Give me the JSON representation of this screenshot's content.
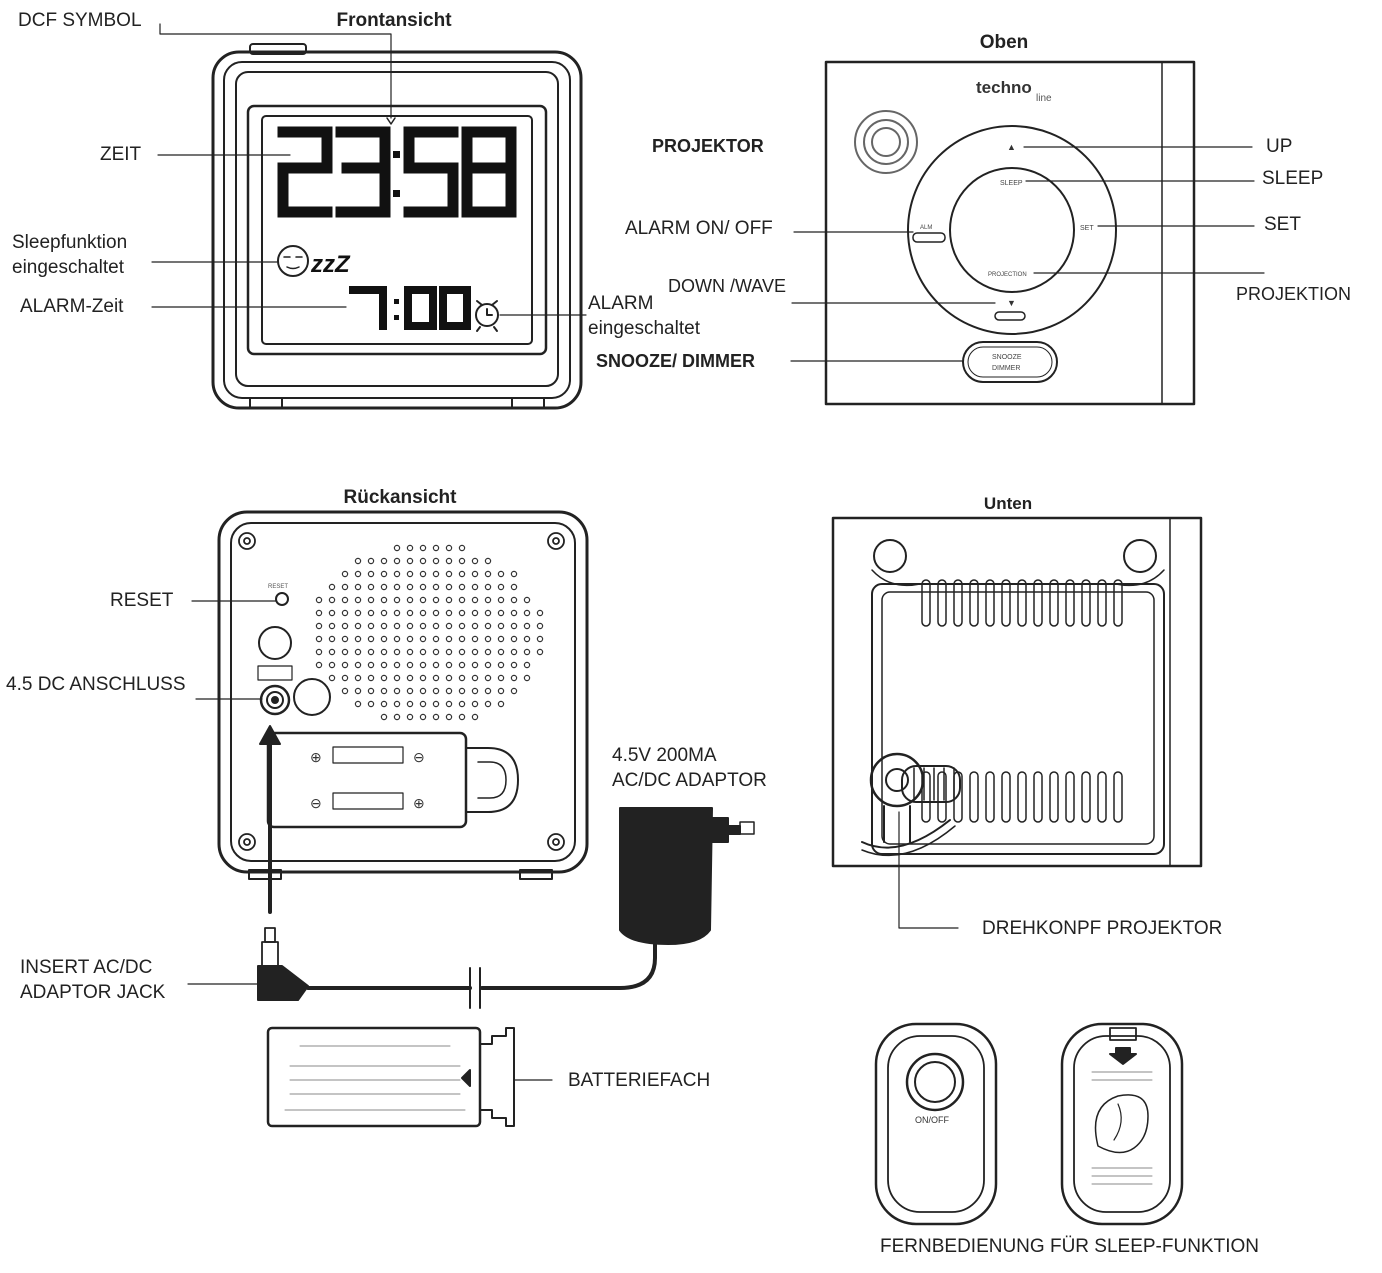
{
  "views": {
    "front": "Frontansicht",
    "top": "Oben",
    "back": "Rückansicht",
    "bottom": "Unten"
  },
  "front": {
    "dcf": "DCF SYMBOL",
    "time_label": "ZEIT",
    "sleep_label": "Sleepfunktion\neingeschaltet",
    "alarm_time_label": "ALARM-Zeit",
    "alarm_on_label": "ALARM\neingeschaltet",
    "display_time": "23:58",
    "display_alarm": "7:00",
    "zzz": "zzZ"
  },
  "top": {
    "brand": "techno",
    "brand_suffix": "line",
    "projector": "PROJEKTOR",
    "alarm_onoff": "ALARM ON/ OFF",
    "down_wave": "DOWN /WAVE",
    "snooze": "SNOOZE/ DIMMER",
    "up": "UP",
    "sleep": "SLEEP",
    "set": "SET",
    "projection": "PROJEKTION"
  },
  "back": {
    "reset": "RESET",
    "dc": "4.5 DC ANSCHLUSS",
    "adaptor": "4.5V 200MA\nAC/DC ADAPTOR",
    "insert": "INSERT AC/DC\nADAPTOR JACK",
    "battery": "BATTERIEFACH"
  },
  "bottom": {
    "knob": "DREHKONPF PROJEKTOR"
  },
  "remote": {
    "title": "FERNBEDIENUNG FÜR SLEEP-FUNKTION",
    "button": "ON/OFF"
  }
}
